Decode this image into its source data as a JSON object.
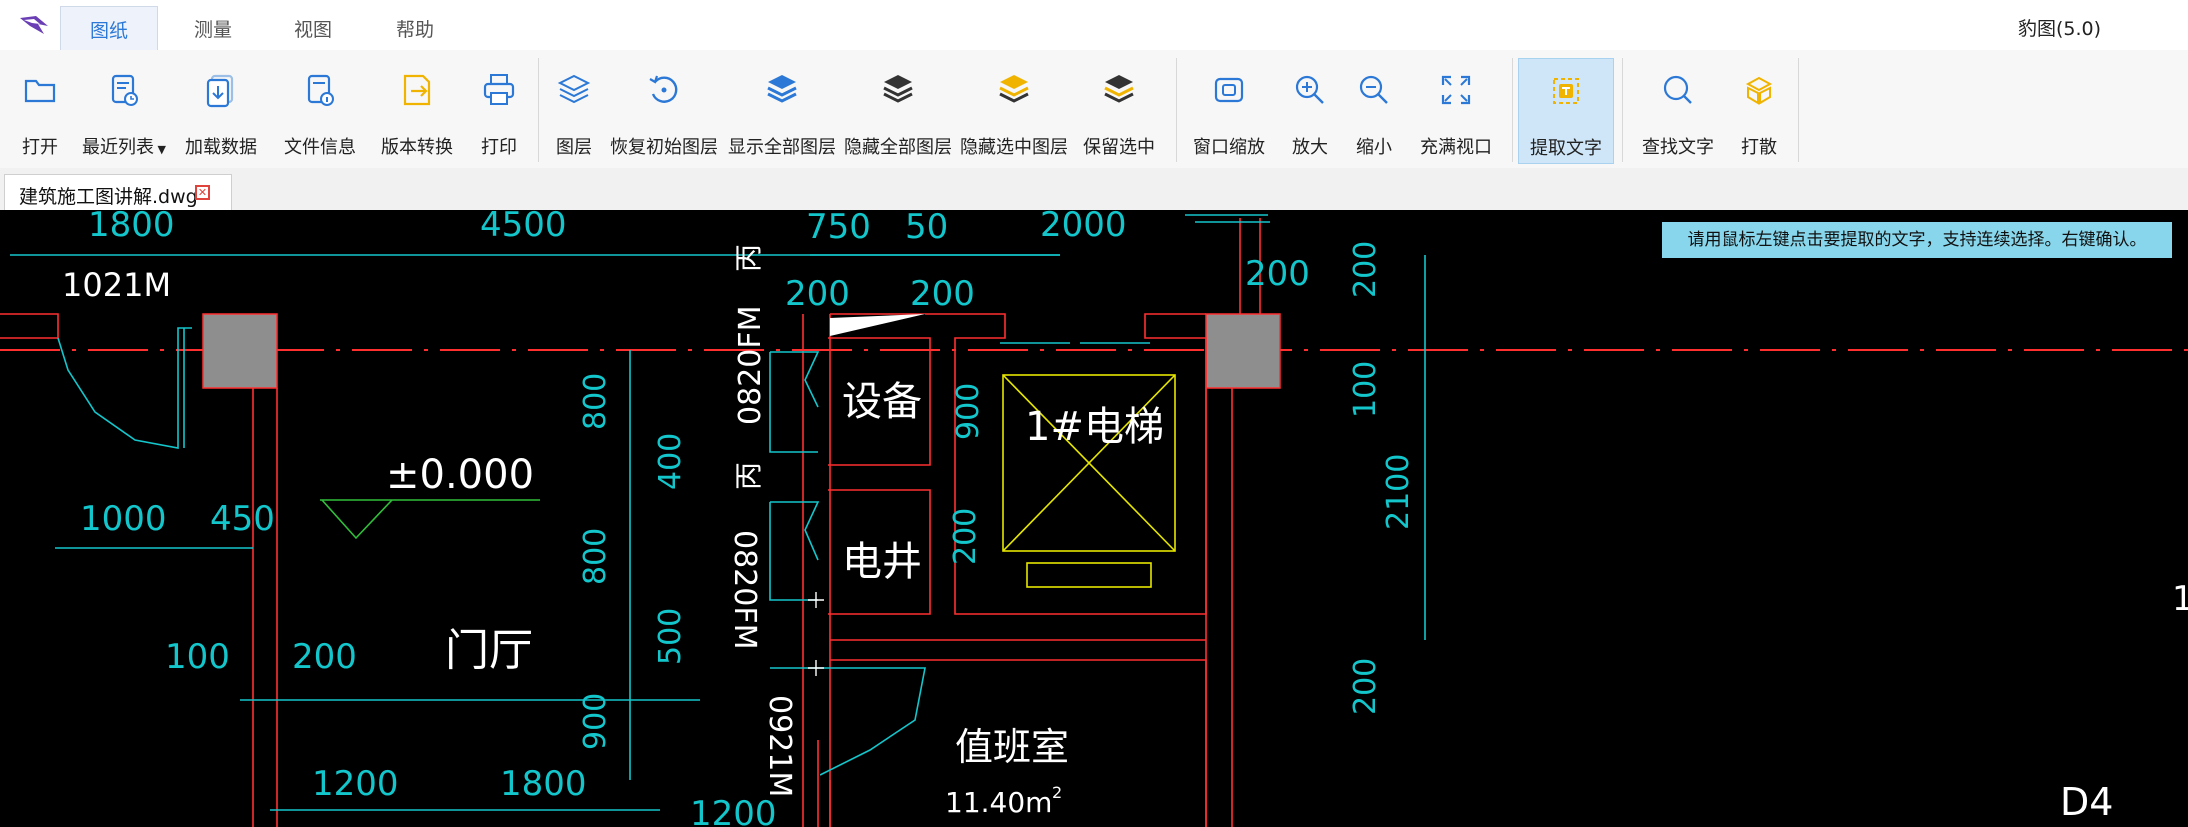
{
  "app": {
    "title": "豹图(5.0)"
  },
  "menu": {
    "tabs": [
      {
        "label": "图纸",
        "active": true
      },
      {
        "label": "测量"
      },
      {
        "label": "视图"
      },
      {
        "label": "帮助"
      }
    ]
  },
  "toolbar": {
    "open": "打开",
    "recent": "最近列表",
    "load_data": "加载数据",
    "file_info": "文件信息",
    "convert": "版本转换",
    "print": "打印",
    "layer": "图层",
    "restore_layers": "恢复初始图层",
    "show_all_layers": "显示全部图层",
    "hide_all_layers": "隐藏全部图层",
    "hide_selected_layers": "隐藏选中图层",
    "keep_selected": "保留选中",
    "window_zoom": "窗口缩放",
    "zoom_in": "放大",
    "zoom_out": "缩小",
    "fit_view": "充满视口",
    "extract_text": "提取文字",
    "find_text": "查找文字",
    "explode": "打散"
  },
  "document": {
    "tab_title": "建筑施工图讲解.dwg"
  },
  "tooltip": "请用鼠标左键点击要提取的文字，支持连续选择。右键确认。",
  "drawing": {
    "labels": {
      "d1800a": "1800",
      "d4500": "4500",
      "d750": "750",
      "d50": "50",
      "d2000": "2000",
      "door1021": "1021M",
      "fire1": "丙",
      "d200a": "200",
      "d200b": "200",
      "d200c": "200",
      "door0820a": "0820FM",
      "equip": "设备",
      "elevator": "1#电梯",
      "d800a": "800",
      "d400": "400",
      "fire2": "丙",
      "level": "±0.000",
      "d1000": "1000",
      "d450": "450",
      "d900a": "900",
      "d200d": "200",
      "d100a": "100",
      "d2100": "2100",
      "d200e": "200",
      "shaft": "电井",
      "d800b": "800",
      "door0820b": "0820FM",
      "d500": "500",
      "hall": "门厅",
      "d100b": "100",
      "d200f": "200",
      "door0921": "0921M",
      "d900b": "900",
      "room": "值班室",
      "area": "11.40m",
      "area_sup": "2",
      "d1200a": "1200",
      "d1800b": "1800",
      "d1200b": "1200",
      "grid": "D4",
      "edge1": "1"
    }
  },
  "colors": {
    "accent": "#2b78d6",
    "active_tool_bg": "#cfe6f8",
    "canvas_bg": "#000000",
    "tooltip_bg": "#87d6eb",
    "cad_cyan": "#13c6cc",
    "cad_red": "#ff2f2f",
    "cad_green": "#2fbf3a",
    "cad_yellow": "#e6e600"
  },
  "icons": [
    "logo-icon",
    "folder-icon",
    "recent-list-icon",
    "load-data-icon",
    "file-info-icon",
    "convert-icon",
    "print-icon",
    "layers-icon",
    "restore-icon",
    "layers-show-icon",
    "layers-hide-icon",
    "layers-hide-selected-icon",
    "layers-keep-icon",
    "window-zoom-icon",
    "zoom-in-icon",
    "zoom-out-icon",
    "fit-view-icon",
    "extract-text-icon",
    "find-text-icon",
    "explode-icon"
  ]
}
